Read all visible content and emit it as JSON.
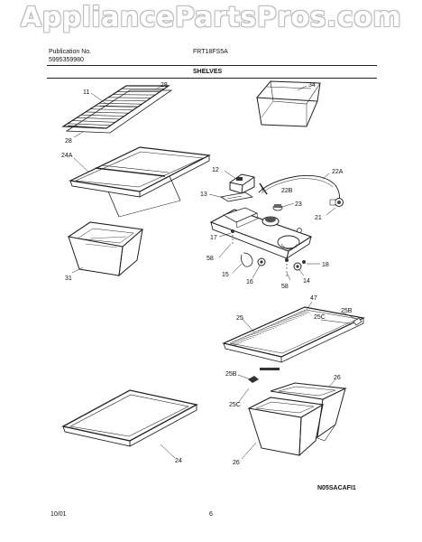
{
  "watermark": "AppliancePartsPros.com",
  "header": {
    "publication_label": "Publication No.",
    "publication_number": "5995359980",
    "model": "FRT18FS5A",
    "section": "SHELVES"
  },
  "callouts": {
    "wire_shelf": "11",
    "shelf_end_28_top": "28",
    "shelf_end_28_bottom": "28",
    "door_bin": "34",
    "glass_shelf_frame": "24A",
    "light_housing": "12",
    "control_cover": "13",
    "wire_harness": "22A",
    "socket": "22B",
    "control_knob": "23",
    "bulb_socket": "21",
    "control_housing": "17",
    "screw_58_left": "58",
    "bulb": "15",
    "clip": "16",
    "screw_58_bottom": "58",
    "damper": "14",
    "fastener": "18",
    "crisper_pan": "31",
    "crisper_cover_frame": "25",
    "crisper_glass": "47",
    "bracket_25c_top": "25C",
    "bracket_25b_top": "25B",
    "bracket_25b_lower": "25B",
    "bracket_25c_lower": "25C",
    "drawer_right": "26",
    "drawer_left": "26",
    "glass_shelf": "24"
  },
  "diagram_code": "N05SACAFI1",
  "footer": {
    "date": "10/01",
    "page": "6"
  }
}
